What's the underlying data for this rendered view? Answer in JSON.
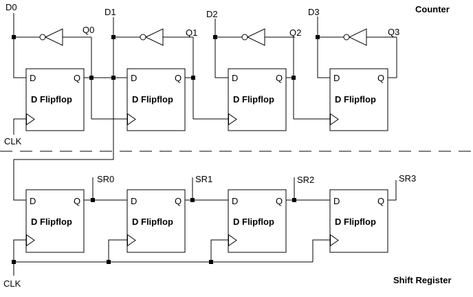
{
  "diagram": {
    "background": "#ffffff",
    "line_color": "#000000"
  },
  "counter": {
    "title": "Counter",
    "d_labels": [
      "D0",
      "D1",
      "D2",
      "D3"
    ],
    "q_labels": [
      "Q0",
      "Q1",
      "Q2",
      "Q3"
    ],
    "clk_label": "CLK"
  },
  "shift_register": {
    "title": "Shift Register",
    "output_labels": [
      "SR0",
      "SR1",
      "SR2",
      "SR3"
    ],
    "clk_label": "CLK"
  },
  "flipflop": {
    "d_pin": "D",
    "q_pin": "Q",
    "label": "D Flipflop"
  }
}
